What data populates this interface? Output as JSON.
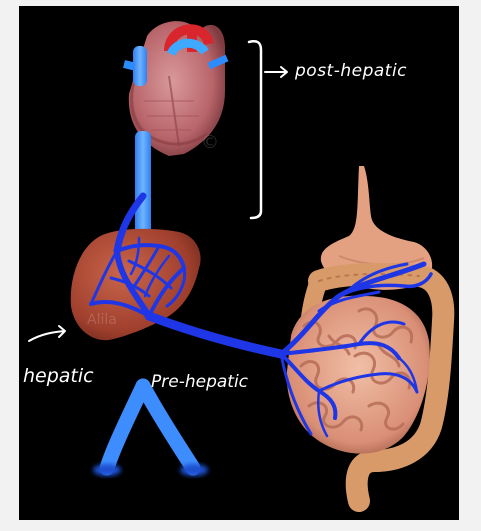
{
  "labels": {
    "post_hepatic": "post-hepatic",
    "hepatic": "hepatic",
    "pre_hepatic": "Pre-hepatic"
  },
  "watermark": {
    "copyright": "©",
    "brand": "Alila"
  },
  "colors": {
    "background": "#000000",
    "border": "#f2f2f2",
    "vein_blue": "#1f36e6",
    "vena_cava_light": "#4aa0ff",
    "heart": "#b8656a",
    "liver": "#b24b38",
    "intestine": "#e9a98d",
    "colon": "#d99a6a",
    "stomach": "#e3a181",
    "annotation": "#ffffff"
  }
}
